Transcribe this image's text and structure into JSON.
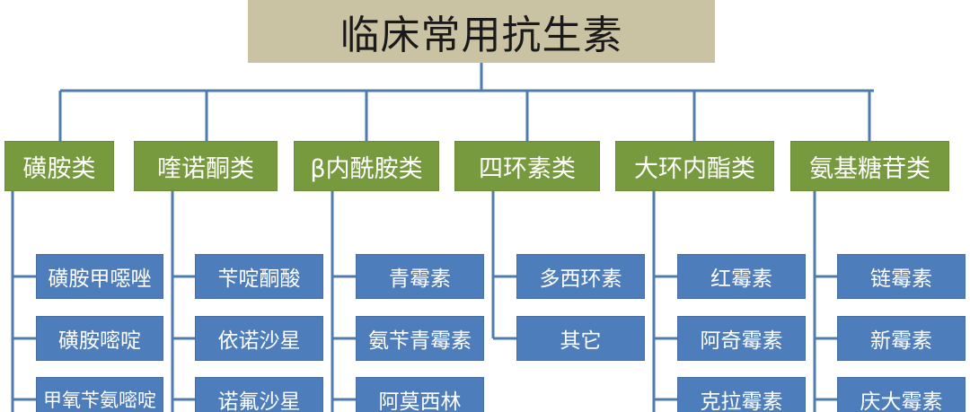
{
  "title": "临床常用抗生素",
  "colors": {
    "root_bg": "#c9c2a3",
    "category_bg": "#789a3f",
    "drug_bg": "#4e7dbb",
    "connector": "#4f7bb0"
  },
  "categories": [
    {
      "label": "磺胺类",
      "drugs": [
        "磺胺甲噁唑",
        "磺胺嘧啶",
        "甲氧苄氨嘧啶"
      ]
    },
    {
      "label": "喹诺酮类",
      "drugs": [
        "苄啶酮酸",
        "依诺沙星",
        "诺氟沙星"
      ]
    },
    {
      "label": "β内酰胺类",
      "drugs": [
        "青霉素",
        "氨苄青霉素",
        "阿莫西林"
      ]
    },
    {
      "label": "四环素类",
      "drugs": [
        "多西环素",
        "其它"
      ]
    },
    {
      "label": "大环内酯类",
      "drugs": [
        "红霉素",
        "阿奇霉素",
        "克拉霉素"
      ]
    },
    {
      "label": "氨基糖苷类",
      "drugs": [
        "链霉素",
        "新霉素",
        "庆大霉素"
      ]
    }
  ]
}
